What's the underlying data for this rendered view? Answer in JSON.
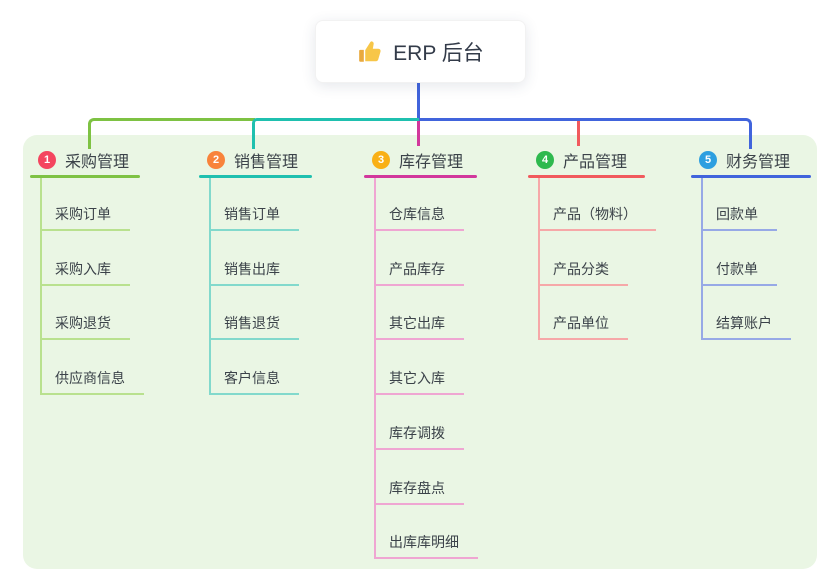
{
  "root": {
    "title": "ERP 后台",
    "icon": "thumbs-up",
    "icon_colors": {
      "hand": "#f7c648",
      "cuff": "#e9a93d"
    }
  },
  "panel": {
    "background": "#eaf6e4"
  },
  "connector": {
    "root_color": "#4164dc"
  },
  "branches": [
    {
      "num": "1",
      "label": "采购管理",
      "badge_color": "#f4455f",
      "line_color": "#7ec243",
      "child_line_color": "#b9e18e",
      "children": [
        "采购订单",
        "采购入库",
        "采购退货",
        "供应商信息"
      ]
    },
    {
      "num": "2",
      "label": "销售管理",
      "badge_color": "#f8833b",
      "line_color": "#1fc0af",
      "child_line_color": "#82d9cc",
      "children": [
        "销售订单",
        "销售出库",
        "销售退货",
        "客户信息"
      ]
    },
    {
      "num": "3",
      "label": "库存管理",
      "badge_color": "#f9b016",
      "line_color": "#d2389c",
      "child_line_color": "#efa6d2",
      "children": [
        "仓库信息",
        "产品库存",
        "其它出库",
        "其它入库",
        "库存调拨",
        "库存盘点",
        "出库库明细"
      ]
    },
    {
      "num": "4",
      "label": "产品管理",
      "badge_color": "#2eb94e",
      "line_color": "#f15a5d",
      "child_line_color": "#f6a8a8",
      "children": [
        "产品（物料）",
        "产品分类",
        "产品单位"
      ]
    },
    {
      "num": "5",
      "label": "财务管理",
      "badge_color": "#2d9fe0",
      "line_color": "#4164dc",
      "child_line_color": "#97a9e6",
      "children": [
        "回款单",
        "付款单",
        "结算账户"
      ]
    }
  ]
}
